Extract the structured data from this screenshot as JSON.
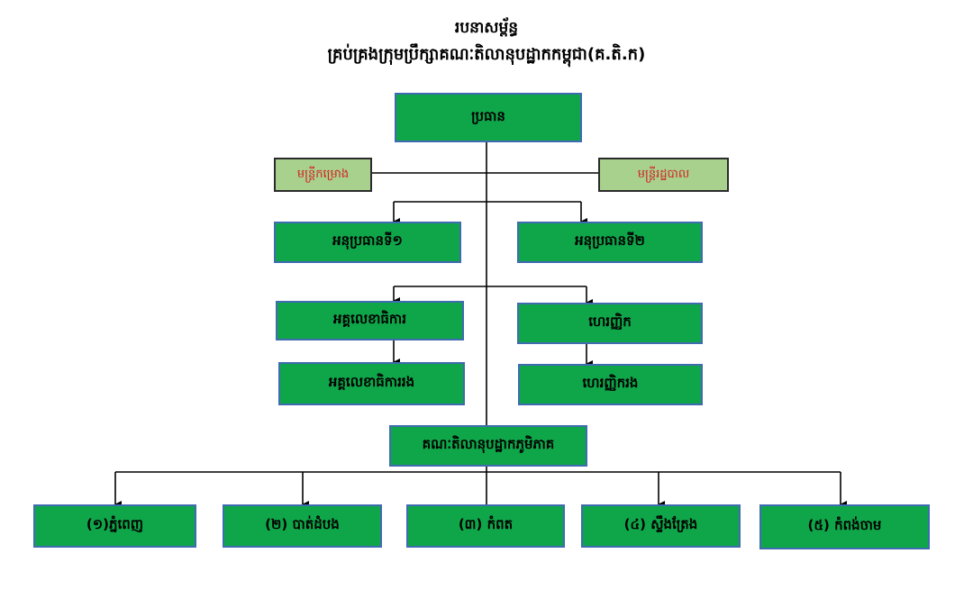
{
  "title": {
    "line1": "របនាសម្ព័ន្ធ",
    "line2": "គ្រប់គ្រងក្រុមប្រឹក្សាគណៈតិលានុបដ្ឋាកកម្ពុជា(គ.តិ.ក)"
  },
  "nodes": {
    "president": "ប្រធាន",
    "advisor_left": "មន្ត្រីកម្រោង",
    "advisor_right": "មន្ត្រីរដ្ឋបាល",
    "vice_1": "អនុប្រធានទី១",
    "vice_2": "អនុប្រធានទី២",
    "secretary_general": "អគ្គលេខាធិការ",
    "treasurer": "ហេរញ្ញិក",
    "deputy_secretary_general": "អគ្គលេខាធិការរង",
    "deputy_treasurer": "ហេរញ្ញិករង",
    "provincial_committee": "គណៈតិលានុបដ្ឋាកភូមិភាគ",
    "regions": [
      "(១)ភ្នំពេញ",
      "(២) បាត់ដំបង",
      "(៣) កំពត",
      "(៤) ស្ទឹងត្រែង",
      "(៥) កំពង់ចាម"
    ]
  },
  "colors": {
    "box_fill": "#0fa64a",
    "box_border": "#3f6bb0",
    "advisor_fill": "#a9d18e",
    "advisor_text": "#d32020",
    "line": "#000000"
  }
}
